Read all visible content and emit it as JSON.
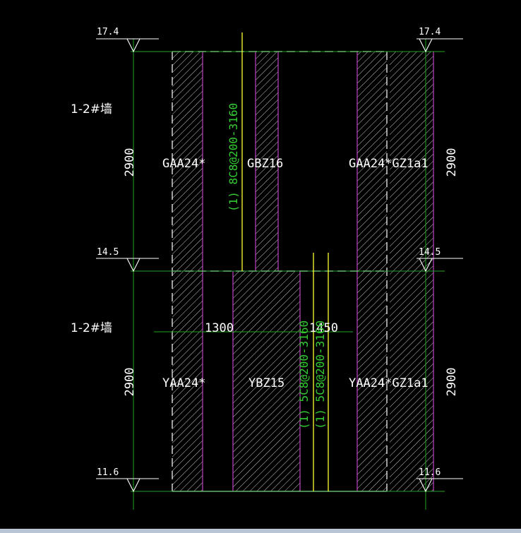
{
  "levels": {
    "top": "17.4",
    "mid": "14.5",
    "bottom": "11.6"
  },
  "story_dimension": "2900",
  "walls": {
    "upper": "1-2#墙",
    "lower": "1-2#墙"
  },
  "components": {
    "upper_left": "GAA24*",
    "upper_center": "GBZ16",
    "upper_right": "GAA24*GZ1a1",
    "lower_left": "YAA24*",
    "lower_center": "YBZ15",
    "lower_right": "YAA24*GZ1a1"
  },
  "rebar": {
    "upper": "(1) 8C8@200-3160",
    "lower_a": "(1) 5C8@200-3160",
    "lower_b": "(1) 5C8@200-3160"
  },
  "dims": {
    "d1300": "1300",
    "d1450": "1450"
  },
  "colors": {
    "background": "#000000",
    "frame": "#e0e0e0",
    "hatch": "#c8c8c8",
    "axis_green": "#1fa31f",
    "rebar_line": "#ffff33",
    "rebar_text": "#33cc33",
    "magenta": "#c040c0",
    "text": "#ffffff"
  }
}
